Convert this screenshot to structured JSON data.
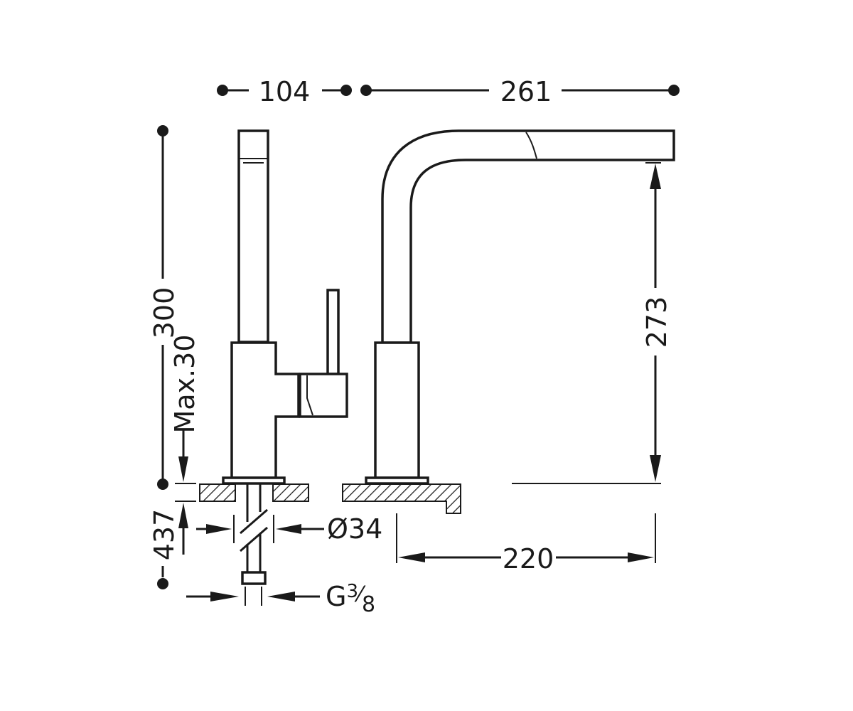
{
  "dimensions": {
    "top_left_width": "104",
    "top_right_width": "261",
    "total_height": "300",
    "max_counter": "Max.30",
    "spout_height": "273",
    "below_counter": "437",
    "hose_diameter": "Ø34",
    "reach": "220",
    "thread_main": "G",
    "thread_num": "3",
    "thread_slash": "⁄",
    "thread_den": "8"
  },
  "colors": {
    "ink": "#1a1a1a",
    "background": "#ffffff"
  }
}
